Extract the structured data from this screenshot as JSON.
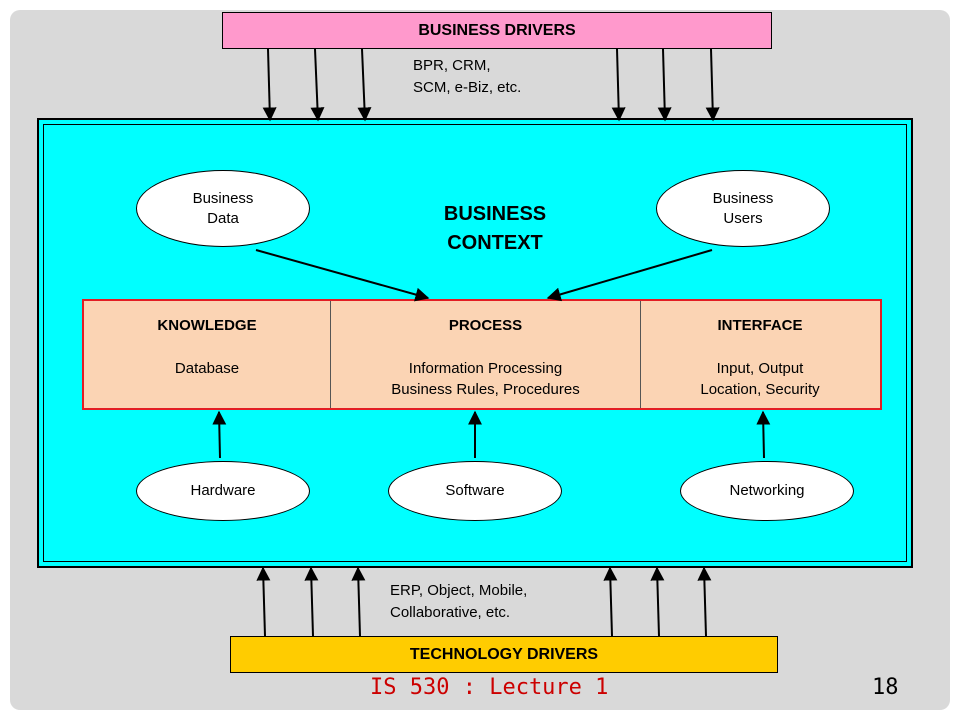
{
  "business_drivers": {
    "title": "BUSINESS DRIVERS",
    "note_line1": "BPR, CRM,",
    "note_line2": "SCM, e-Biz, etc."
  },
  "context": {
    "title_line1": "BUSINESS",
    "title_line2": "CONTEXT"
  },
  "nodes": {
    "business_data": [
      "Business",
      "Data"
    ],
    "business_users": [
      "Business",
      "Users"
    ],
    "hardware": "Hardware",
    "software": "Software",
    "networking": "Networking"
  },
  "core": {
    "knowledge": {
      "heading": "KNOWLEDGE",
      "lines": [
        "Database"
      ]
    },
    "process": {
      "heading": "PROCESS",
      "lines": [
        "Information Processing",
        "Business Rules, Procedures"
      ]
    },
    "interface": {
      "heading": "INTERFACE",
      "lines": [
        "Input, Output",
        "Location, Security"
      ]
    }
  },
  "technology_drivers": {
    "title": "TECHNOLOGY DRIVERS",
    "note_line1": "ERP, Object, Mobile,",
    "note_line2": "Collaborative, etc."
  },
  "footer": {
    "lecture": "IS 530 : Lecture 1",
    "page": "18"
  },
  "colors": {
    "business_drivers_fill": "#ff99cc",
    "context_fill": "#00ffff",
    "core_fill": "#fbd4b4",
    "core_border": "#e31e24",
    "technology_drivers_fill": "#ffcc00",
    "footer_text": "#cc0000"
  }
}
